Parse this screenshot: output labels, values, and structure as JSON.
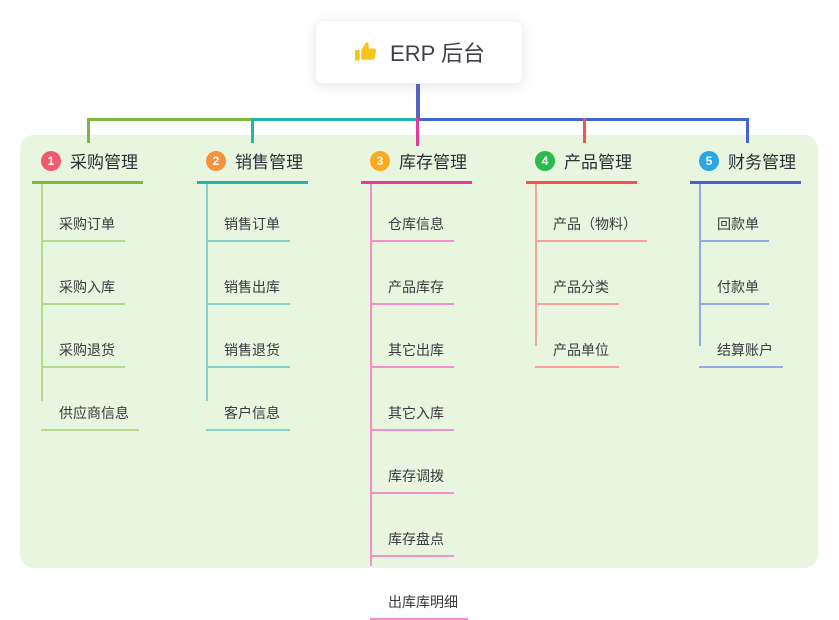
{
  "root": {
    "title": "ERP 后台",
    "icon": "thumbs-up-icon",
    "trunk_color": "#5563c8",
    "card_background": "#ffffff"
  },
  "canvas": {
    "page_background": "#ffffff",
    "panel_background": "#e8f5df"
  },
  "branches": [
    {
      "badge": "1",
      "label": "采购管理",
      "badge_color": "#f2586e",
      "line_color": "#7db83d",
      "child_line_color": "#b5d98d",
      "children": [
        "采购订单",
        "采购入库",
        "采购退货",
        "供应商信息"
      ]
    },
    {
      "badge": "2",
      "label": "销售管理",
      "badge_color": "#f7923c",
      "line_color": "#23b6ac",
      "child_line_color": "#84d5ce",
      "children": [
        "销售订单",
        "销售出库",
        "销售退货",
        "客户信息"
      ]
    },
    {
      "badge": "3",
      "label": "库存管理",
      "badge_color": "#fbaa1d",
      "line_color": "#e23a9d",
      "child_line_color": "#f290cb",
      "children": [
        "仓库信息",
        "产品库存",
        "其它出库",
        "其它入库",
        "库存调拨",
        "库存盘点",
        "出库库明细"
      ]
    },
    {
      "badge": "4",
      "label": "产品管理",
      "badge_color": "#28bd4b",
      "line_color": "#f4564c",
      "child_line_color": "#f9a29c",
      "children": [
        "产品（物料）",
        "产品分类",
        "产品单位"
      ]
    },
    {
      "badge": "5",
      "label": "财务管理",
      "badge_color": "#2aa5e6",
      "line_color": "#4365d0",
      "child_line_color": "#93a9e6",
      "children": [
        "回款单",
        "付款单",
        "结算账户"
      ]
    }
  ]
}
